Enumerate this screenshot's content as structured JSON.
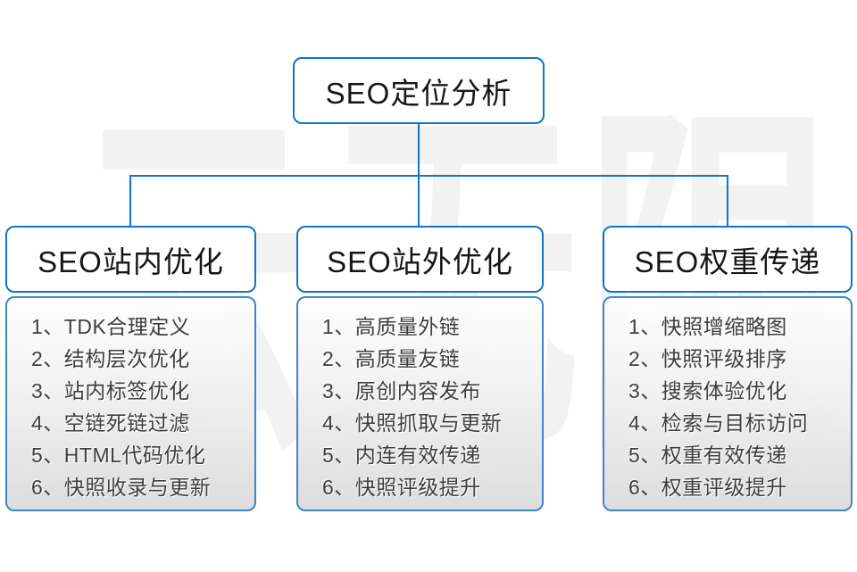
{
  "diagram": {
    "watermark_text": "云无限",
    "root_title": "SEO定位分析",
    "branches": [
      {
        "title": "SEO站内优化",
        "items": [
          "1、TDK合理定义",
          "2、结构层次优化",
          "3、站内标签优化",
          "4、空链死链过滤",
          "5、HTML代码优化",
          "6、快照收录与更新"
        ]
      },
      {
        "title": "SEO站外优化",
        "items": [
          "1、高质量外链",
          "2、高质量友链",
          "3、原创内容发布",
          "4、快照抓取与更新",
          "5、内连有效传递",
          "6、快照评级提升"
        ]
      },
      {
        "title": "SEO权重传递",
        "items": [
          "1、快照增缩略图",
          "2、快照评级排序",
          "3、搜索体验优化",
          "4、检索与目标访问",
          "5、权重有效传递",
          "6、权重评级提升"
        ]
      }
    ],
    "colors": {
      "connector_blue": "#1273c7",
      "panel_gradient_bottom": "#dadada",
      "item_text": "#3d3d3d"
    }
  }
}
